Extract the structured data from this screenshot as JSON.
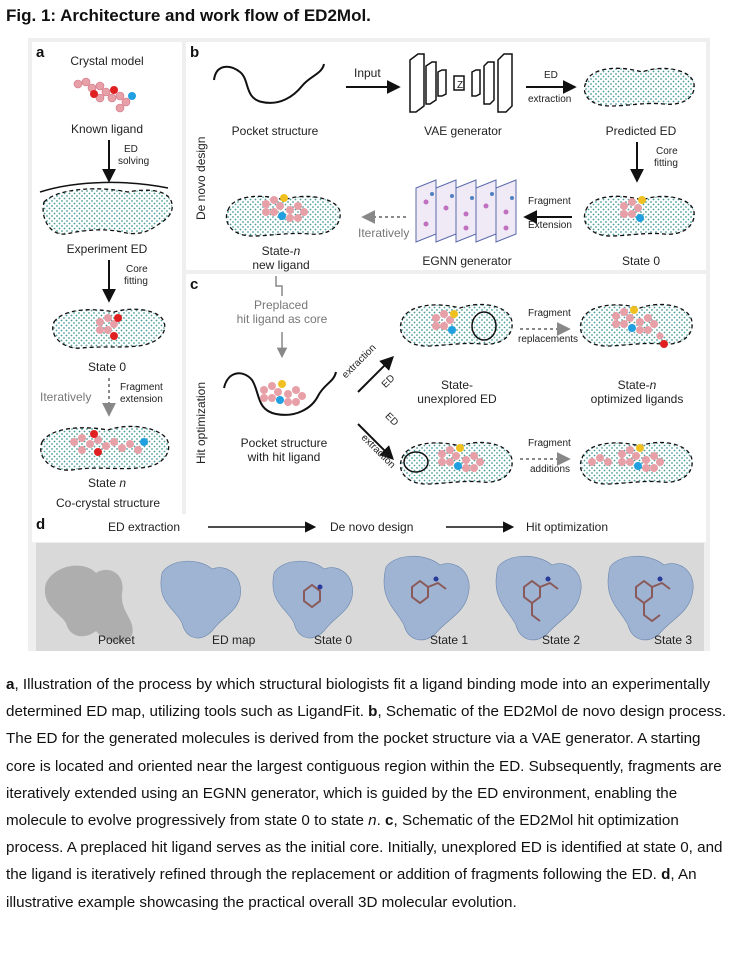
{
  "figure": {
    "title": "Fig. 1: Architecture and work flow of ED2Mol."
  },
  "panel_a": {
    "label": "a",
    "crystal_model": "Crystal model",
    "known_ligand": "Known ligand",
    "ed_solving_1": "ED",
    "ed_solving_2": "solving",
    "experiment_ed": "Experiment ED",
    "core_fitting_1": "Core",
    "core_fitting_2": "fitting",
    "state0": "State 0",
    "iteratively": "Iteratively",
    "frag_ext_1": "Fragment",
    "frag_ext_2": "extension",
    "state_n_prefix": "State ",
    "state_n_italic": "n",
    "cocrystal": "Co-crystal structure"
  },
  "panel_b": {
    "label": "b",
    "side_label": "De novo design",
    "input": "Input",
    "pocket_structure": "Pocket structure",
    "vae_generator": "VAE generator",
    "z": "Z",
    "ed_extraction_1": "ED",
    "ed_extraction_2": "extraction",
    "predicted_ed": "Predicted ED",
    "core_fitting_1": "Core",
    "core_fitting_2": "fitting",
    "state0": "State 0",
    "frag_ext_1": "Fragment",
    "frag_ext_2": "Extension",
    "egnn_generator": "EGNN generator",
    "iteratively": "Iteratively",
    "state_n_1_prefix": "State-",
    "state_n_1_italic": "n",
    "state_n_2": "new ligand"
  },
  "panel_c": {
    "label": "c",
    "side_label": "Hit optimization",
    "preplaced_1": "Preplaced",
    "preplaced_2": "hit ligand as core",
    "pocket_with_hit_1": "Pocket structure",
    "pocket_with_hit_2": "with hit ligand",
    "ed_extraction_upper_1": "ED",
    "ed_extraction_upper_2": "extraction",
    "ed_extraction_lower_1": "ED",
    "ed_extraction_lower_2": "extraction",
    "unexplored_1": "State-",
    "unexplored_2": "unexplored ED",
    "frag_repl_1": "Fragment",
    "frag_repl_2": "replacements",
    "frag_add_1": "Fragment",
    "frag_add_2": "additions",
    "optimized_1_prefix": "State-",
    "optimized_1_italic": "n",
    "optimized_2": "optimized ligands"
  },
  "panel_d": {
    "label": "d",
    "flow": [
      "ED extraction",
      "De novo design",
      "Hit optimization"
    ],
    "images": [
      "Pocket",
      "ED map",
      "State 0",
      "State 1",
      "State 2",
      "State 3"
    ]
  },
  "caption": {
    "a_label": "a",
    "a_text": ", Illustration of the process by which structural biologists fit a ligand binding mode into an experimentally determined ED map, utilizing tools such as LigandFit. ",
    "b_label": "b",
    "b_text": ", Schematic of the ED2Mol de novo design process. The ED for the generated molecules is derived from the pocket structure via a VAE generator. A starting core is located and oriented near the largest contiguous region within the ED. Subsequently, fragments are iteratively extended using an EGNN generator, which is guided by the ED environment, enabling the molecule to evolve progressively from state 0 to state ",
    "b_italic": "n",
    "b_end": ". ",
    "c_label": "c",
    "c_text": ", Schematic of the ED2Mol hit optimization process. A preplaced hit ligand serves as the initial core. Initially, unexplored ED is identified at state 0, and the ligand is iteratively refined through the replacement or addition of fragments following the ED. ",
    "d_label": "d",
    "d_text": ", An illustrative example showcasing the practical overall 3D molecular evolution."
  },
  "colors": {
    "ligand_pink": "#e8a0a8",
    "oxygen_red": "#e02020",
    "nitrogen_blue": "#20a0e0",
    "sulfur_yellow": "#f0c020",
    "mesh_blue": "#7090b8",
    "background_gray": "#efefef"
  }
}
